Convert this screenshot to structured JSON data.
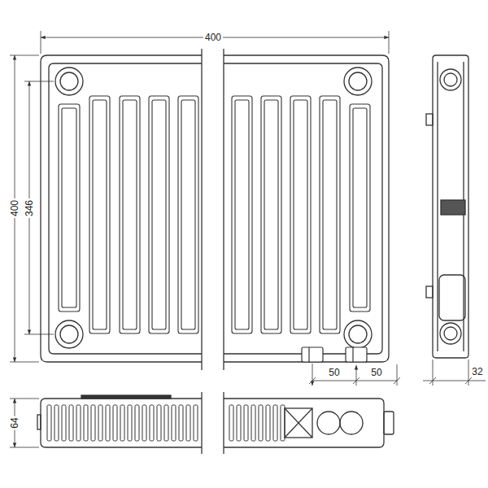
{
  "diagram": {
    "labels": [
      "400",
      "400",
      "346",
      "50",
      "50",
      "32",
      "64"
    ]
  }
}
